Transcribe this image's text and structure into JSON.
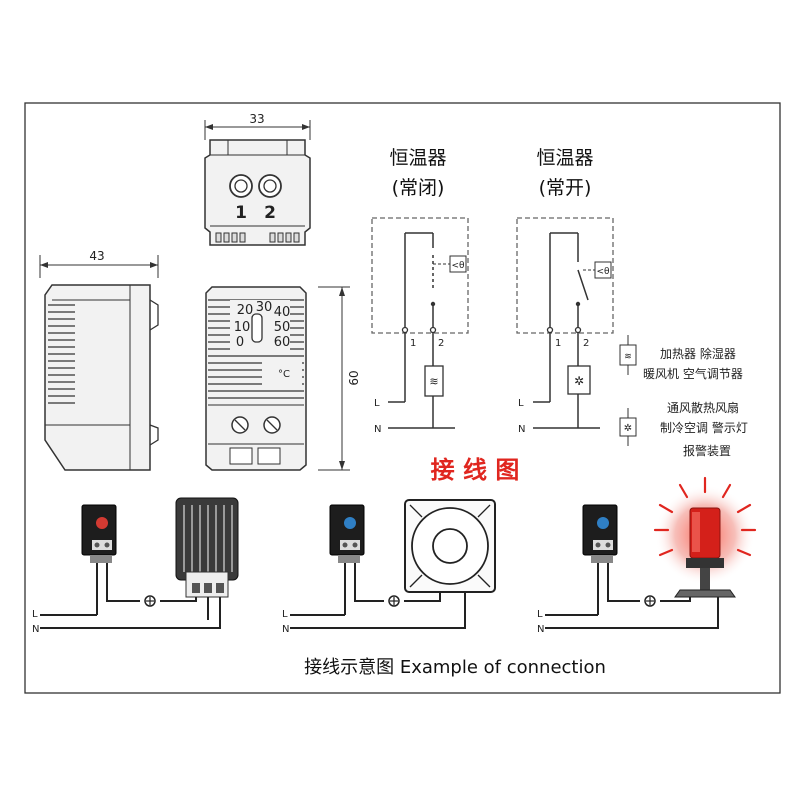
{
  "dimensions": {
    "width": "33",
    "depth": "43",
    "height": "60"
  },
  "terminals": {
    "t1": "1",
    "t2": "2"
  },
  "dial": {
    "scale": [
      "20",
      "30",
      "40",
      "10",
      "50",
      "0",
      "60"
    ],
    "unit": "°C"
  },
  "circuit_nc": {
    "title": "恒温器",
    "subtitle": "(常闭)",
    "pin1": "1",
    "pin2": "2"
  },
  "circuit_no": {
    "title": "恒温器",
    "subtitle": "(常开)",
    "pin1": "1",
    "pin2": "2"
  },
  "lines": {
    "live": "L",
    "neutral": "N"
  },
  "legend": {
    "heater_line1": "加热器 除湿器",
    "heater_line2": "暖风机 空气调节器",
    "fan_line1": "通风散热风扇",
    "fan_line2": "制冷空调 警示灯",
    "fan_line3": "报警装置"
  },
  "wiring_title": "接 线 图",
  "caption": "接线示意图 Example of connection",
  "colors": {
    "frame": "#333333",
    "accent_red": "#e0261f",
    "dashed": "#666666",
    "knob_red": "#d23a32",
    "knob_blue": "#2f7fc4"
  }
}
